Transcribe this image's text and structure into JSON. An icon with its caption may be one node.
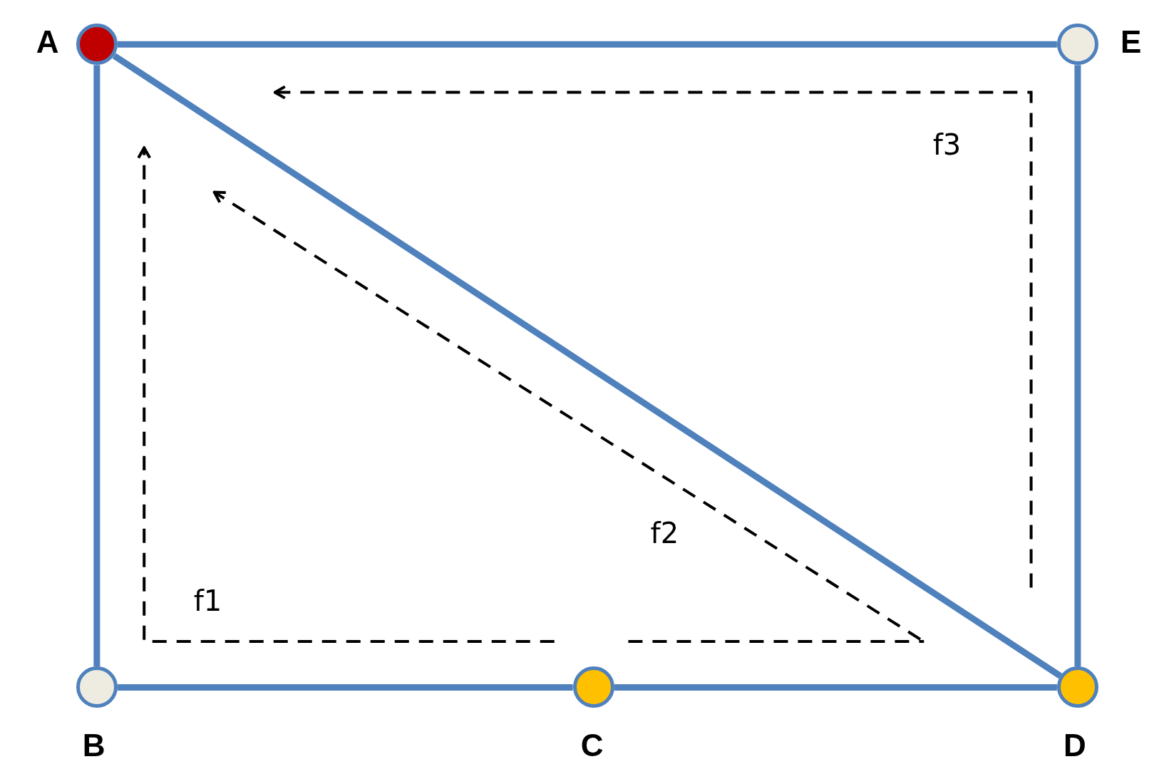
{
  "diagram": {
    "nodes": [
      {
        "text": [],
        "shape": "circle",
        "beside": [
          "A"
        ]
      },
      {
        "text": [],
        "shape": "circle",
        "beside": [
          "E"
        ]
      },
      {
        "text": [],
        "shape": "circle",
        "beside": [
          "B"
        ]
      },
      {
        "text": [],
        "shape": "circle",
        "beside": [
          "C"
        ]
      },
      {
        "text": [],
        "shape": "circle",
        "beside": [
          "D"
        ]
      }
    ],
    "edges": [
      {
        "from": 0,
        "to": 1,
        "arrow": "none"
      },
      {
        "from": 0,
        "to": 2,
        "arrow": "none"
      },
      {
        "from": 0,
        "to": 4,
        "arrow": "none"
      },
      {
        "from": 1,
        "to": 4,
        "arrow": "none"
      },
      {
        "from": 2,
        "to": 3,
        "arrow": "none"
      },
      {
        "from": 3,
        "to": 4,
        "arrow": "none"
      }
    ],
    "labels": [
      "f3",
      "f2",
      "f1"
    ]
  }
}
